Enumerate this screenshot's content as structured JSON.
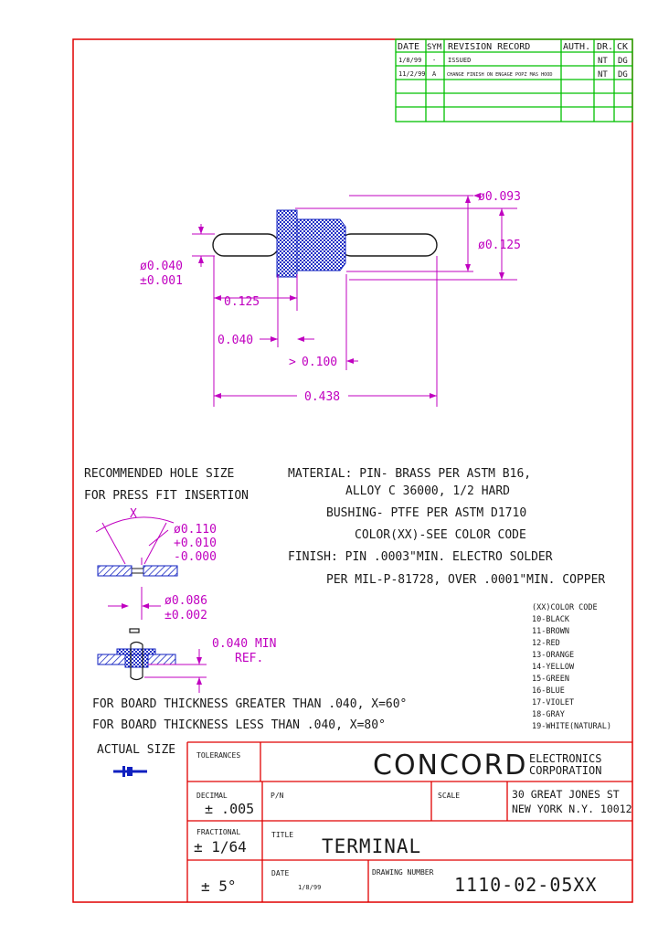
{
  "revision": {
    "headers": [
      "DATE",
      "SYM",
      "REVISION RECORD",
      "AUTH.",
      "DR.",
      "CK"
    ],
    "rows": [
      [
        "1/8/99",
        "-",
        "ISSUED",
        "",
        "NT",
        "DG"
      ],
      [
        "11/2/99",
        "A",
        "CHANGE FINISH ON ENGAGE POPZ MAS HOOD",
        "",
        "NT",
        "DG"
      ]
    ]
  },
  "dims": {
    "d_top": "ø0.093",
    "d_body": "ø0.125",
    "d_pin": "ø0.040",
    "d_pin_tol": "±0.001",
    "len_125": "0.125",
    "len_040": "0.040",
    "len_100": "0.100",
    "len_total": "0.438",
    "hole_x": "X",
    "hole_d": "ø0.110",
    "hole_plus": "+0.010",
    "hole_minus": "-0.000",
    "hole_d2": "ø0.086",
    "hole_d2_tol": "±0.002",
    "ref_min": "0.040 MIN",
    "ref_label": "REF."
  },
  "notes": {
    "recommended_1": "RECOMMENDED HOLE SIZE",
    "recommended_2": "FOR PRESS FIT INSERTION",
    "material_1": "MATERIAL: PIN- BRASS PER ASTM B16,",
    "material_2": "ALLOY C 36000, 1/2 HARD",
    "material_3": "BUSHING- PTFE PER ASTM D1710",
    "material_4": "COLOR(XX)-SEE COLOR CODE",
    "finish_1": "FINISH: PIN .0003\"MIN. ELECTRO SOLDER",
    "finish_2": "PER MIL-P-81728, OVER .0001\"MIN. COPPER",
    "board_1": "FOR BOARD THICKNESS GREATER THAN .040, X=60°",
    "board_2": "FOR BOARD THICKNESS LESS THAN .040, X=80°",
    "actual_size": "ACTUAL SIZE"
  },
  "color_code": {
    "title": "(XX)COLOR CODE",
    "items": [
      "10-BLACK",
      "11-BROWN",
      "12-RED",
      "13-ORANGE",
      "14-YELLOW",
      "15-GREEN",
      "16-BLUE",
      "17-VIOLET",
      "18-GRAY",
      "19-WHITE(NATURAL)"
    ]
  },
  "title_block": {
    "tolerances_label": "TOLERANCES",
    "company_name": "CONCORD",
    "company_sub_1": "ELECTRONICS",
    "company_sub_2": "CORPORATION",
    "decimal_label": "DECIMAL",
    "decimal_value": "± .005",
    "pn_label": "P/N",
    "scale_label": "SCALE",
    "address_1": "30 GREAT JONES ST",
    "address_2": "NEW YORK N.Y. 10012",
    "fractional_label": "FRACTIONAL",
    "fractional_value": "± 1/64",
    "title_label": "TITLE",
    "title_value": "TERMINAL",
    "angle_value": "± 5°",
    "date_label": "DATE",
    "date_value": "1/8/99",
    "drawing_number_label": "DRAWING NUMBER",
    "drawing_number": "1110-02-05XX"
  },
  "colors": {
    "border": "#e00000",
    "dimension": "#c000c0",
    "revision_grid": "#00c000",
    "part": "#1020c0"
  }
}
